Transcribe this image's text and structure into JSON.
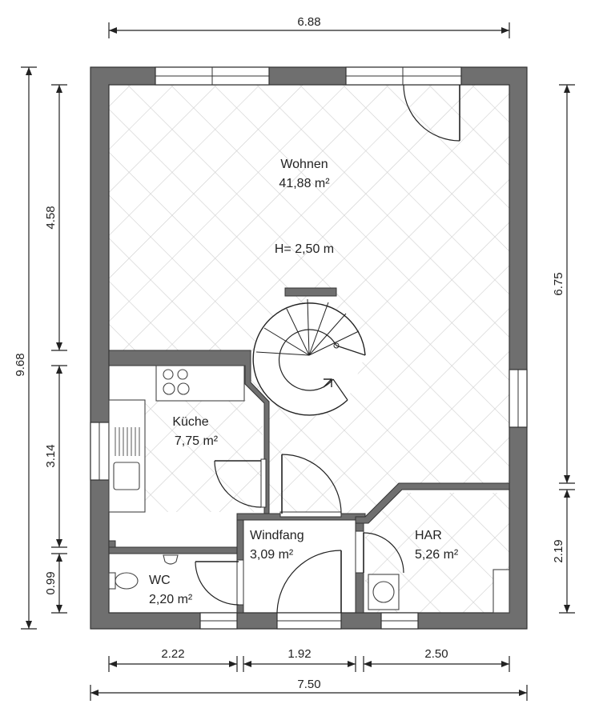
{
  "dimensions": {
    "top_width": "6.88",
    "overall_height": "9.68",
    "left_upper": "4.58",
    "left_middle": "3.14",
    "left_lower": "0.99",
    "right_upper": "6.75",
    "right_lower": "2.19",
    "bottom_wc": "2.22",
    "bottom_windfang": "1.92",
    "bottom_har": "2.50",
    "bottom_total": "7.50"
  },
  "rooms": {
    "wohnen": {
      "name": "Wohnen",
      "area": "41,88 m²",
      "height": "H= 2,50 m"
    },
    "kueche": {
      "name": "Küche",
      "area": "7,75 m²"
    },
    "windfang": {
      "name": "Windfang",
      "area": "3,09 m²"
    },
    "har": {
      "name": "HAR",
      "area": "5,26 m²"
    },
    "wc": {
      "name": "WC",
      "area": "2,20 m²"
    }
  },
  "colors": {
    "wall": "#6f6f6f",
    "floor_pattern": "#d4d4d4",
    "line": "#222222"
  }
}
